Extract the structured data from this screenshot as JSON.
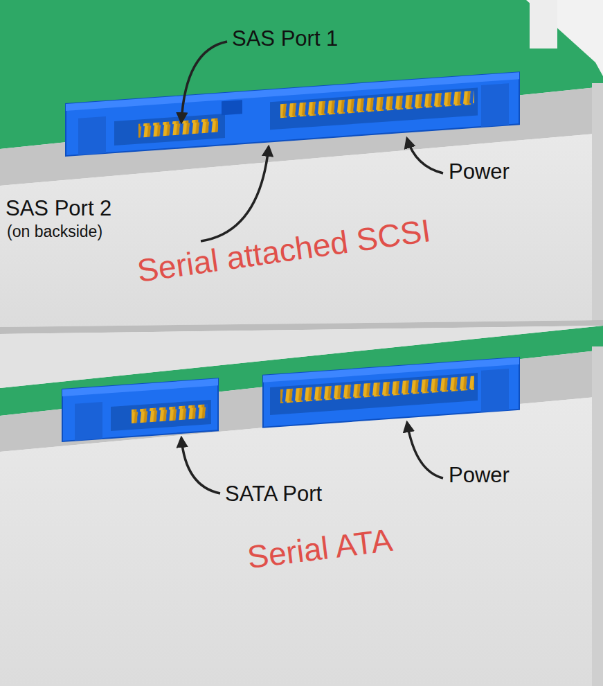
{
  "diagram": {
    "labels": [
      "SAS Port 1",
      "Power",
      "SAS Port 2",
      "(on backside)",
      "Serial attached SCSI",
      "Power",
      "SATA Port",
      "Serial ATA"
    ]
  }
}
